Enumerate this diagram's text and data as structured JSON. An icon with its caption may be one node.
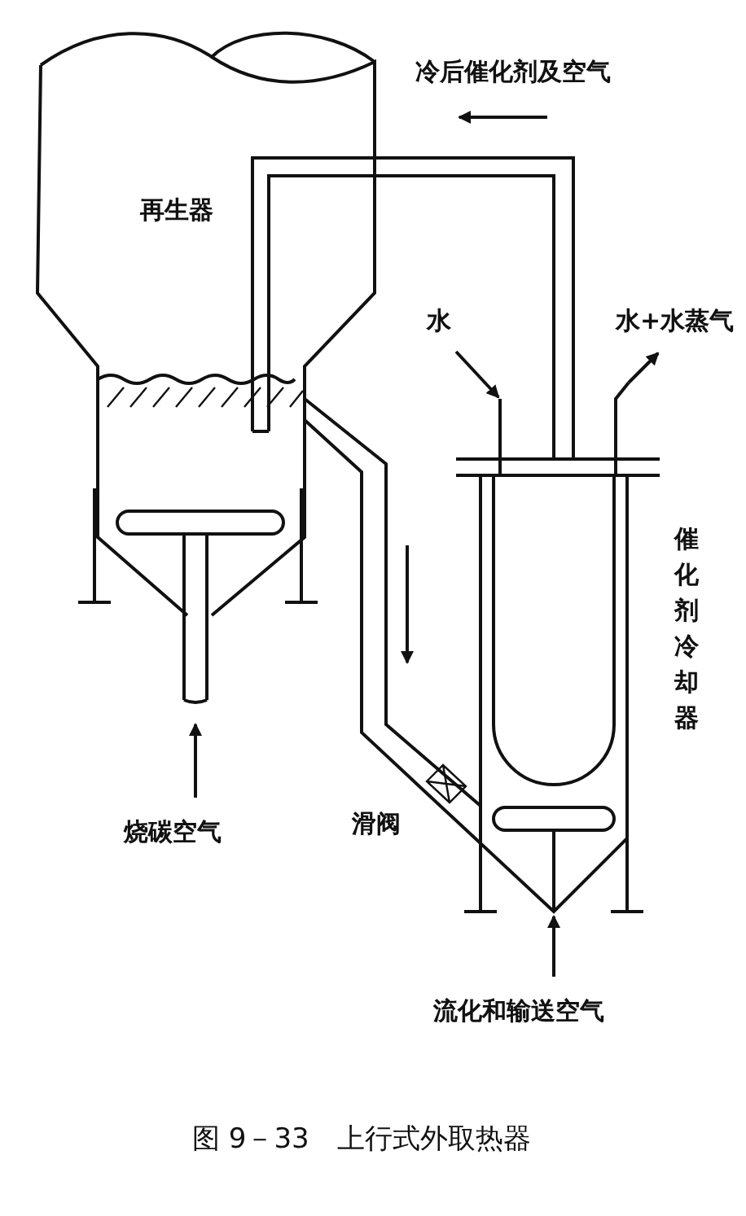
{
  "diagram": {
    "caption": "图 9－33　上行式外取热器",
    "labels": [
      "冷后催化剂及空气",
      "再生器",
      "水",
      "水+水蒸气",
      "催化剂冷却器",
      "烧碳空气",
      "滑阀",
      "流化和输送空气"
    ]
  }
}
